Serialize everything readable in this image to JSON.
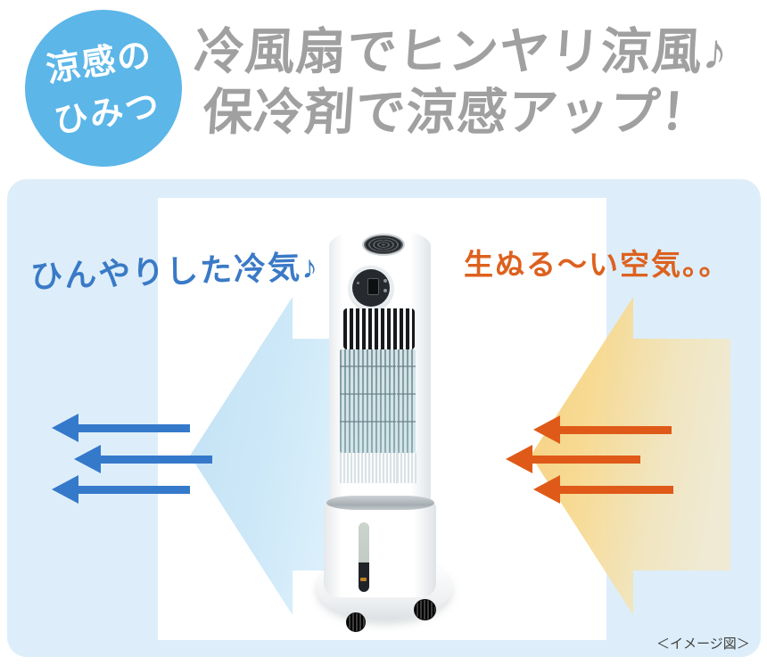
{
  "badge": {
    "line1": "涼感の",
    "line2": "ひみつ"
  },
  "headline": {
    "line1": "冷風扇でヒンヤリ涼風♪",
    "line2": "保冷剤で涼感アップ！"
  },
  "diagram": {
    "cold_air_label": "ひんやりした冷気♪",
    "warm_air_label": "生ぬる～い空気。。",
    "caption": "＜イメージ図＞",
    "cold_arrow_count": 3,
    "warm_arrow_count": 3
  },
  "colors": {
    "badge_bg": "#5cb6e8",
    "headline_text": "#a0a0a0",
    "panel_bg": "#ddeefa",
    "cold_label_text": "#3a7ac6",
    "warm_label_text": "#dd611e",
    "cold_arrow": "#3579cb",
    "warm_arrow": "#df5a18",
    "big_cold_arrow": "#cde8f8",
    "big_warm_arrow": "#f6d285",
    "fan_body": "#ffffff"
  }
}
